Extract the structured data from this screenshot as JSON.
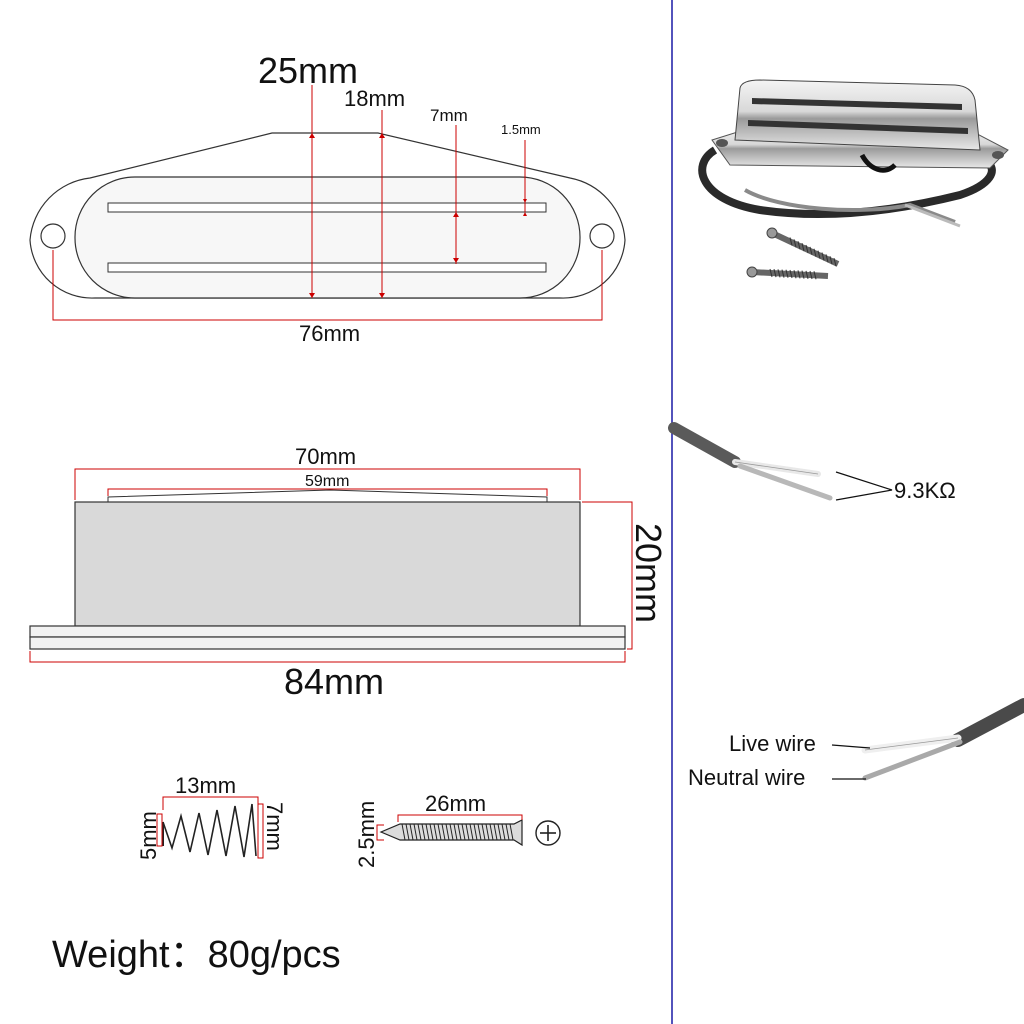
{
  "top_view": {
    "dim_total_width": "25mm",
    "dim_cover_width": "18mm",
    "dim_slot_spacing": "7mm",
    "dim_slot_width": "1.5mm",
    "dim_mount_spacing": "76mm"
  },
  "side_view": {
    "dim_cover_length": "70mm",
    "dim_slot_length": "59mm",
    "dim_height": "20mm",
    "dim_base_length": "84mm"
  },
  "spring": {
    "dim_length": "13mm",
    "dim_small_end": "5mm",
    "dim_large_end": "7mm"
  },
  "screw": {
    "dim_length": "26mm",
    "dim_diameter": "2.5mm",
    "head_icon": "phillips-head-icon"
  },
  "weight": "Weight：80g/pcs",
  "resistance": "9.3KΩ",
  "wires": {
    "live": "Live wire",
    "neutral": "Neutral wire"
  },
  "colors": {
    "dimension_line": "#cc0000",
    "divider": "#1a1aa6"
  }
}
